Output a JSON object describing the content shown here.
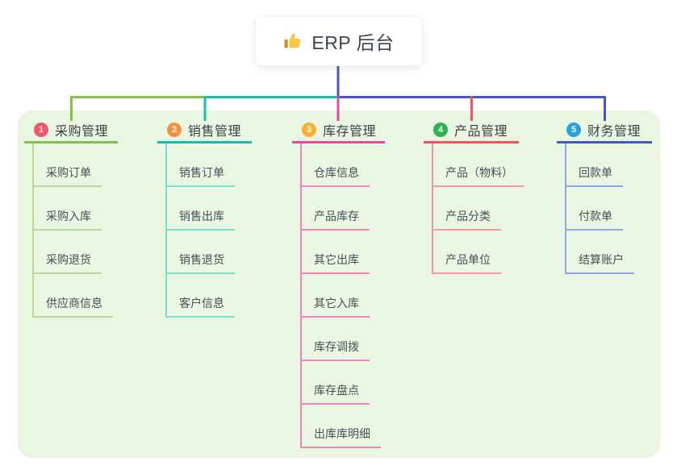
{
  "root": {
    "label": "ERP 后台",
    "icon": "thumbs-up-icon"
  },
  "branches": [
    {
      "number": "1",
      "label": "采购管理",
      "badge_color": "#f0586a",
      "line_color": "#85c04c",
      "child_line_color": "#b9dc92",
      "children": [
        "采购订单",
        "采购入库",
        "采购退货",
        "供应商信息"
      ]
    },
    {
      "number": "2",
      "label": "销售管理",
      "badge_color": "#f6913d",
      "line_color": "#13bfb1",
      "child_line_color": "#7edcd2",
      "children": [
        "销售订单",
        "销售出库",
        "销售退货",
        "客户信息"
      ]
    },
    {
      "number": "3",
      "label": "库存管理",
      "badge_color": "#f8b12f",
      "line_color": "#e8489e",
      "child_line_color": "#ef83bb",
      "children": [
        "仓库信息",
        "产品库存",
        "其它出库",
        "其它入库",
        "库存调拨",
        "库存盘点",
        "出库库明细"
      ]
    },
    {
      "number": "4",
      "label": "产品管理",
      "badge_color": "#2cb34f",
      "line_color": "#f5515f",
      "child_line_color": "#f8959d",
      "children": [
        "产品（物料）",
        "产品分类",
        "产品单位"
      ]
    },
    {
      "number": "5",
      "label": "财务管理",
      "badge_color": "#2ba0e0",
      "line_color": "#4656c6",
      "child_line_color": "#8ea6e6",
      "children": [
        "回款单",
        "付款单",
        "结算账户"
      ]
    }
  ],
  "colors": {
    "canvas_bg": "#ffffff",
    "panel_bg": "#e9f6e2",
    "root_connector": "#4656c6",
    "root_text": "#3d4356",
    "node_text": "#4a4e55"
  }
}
